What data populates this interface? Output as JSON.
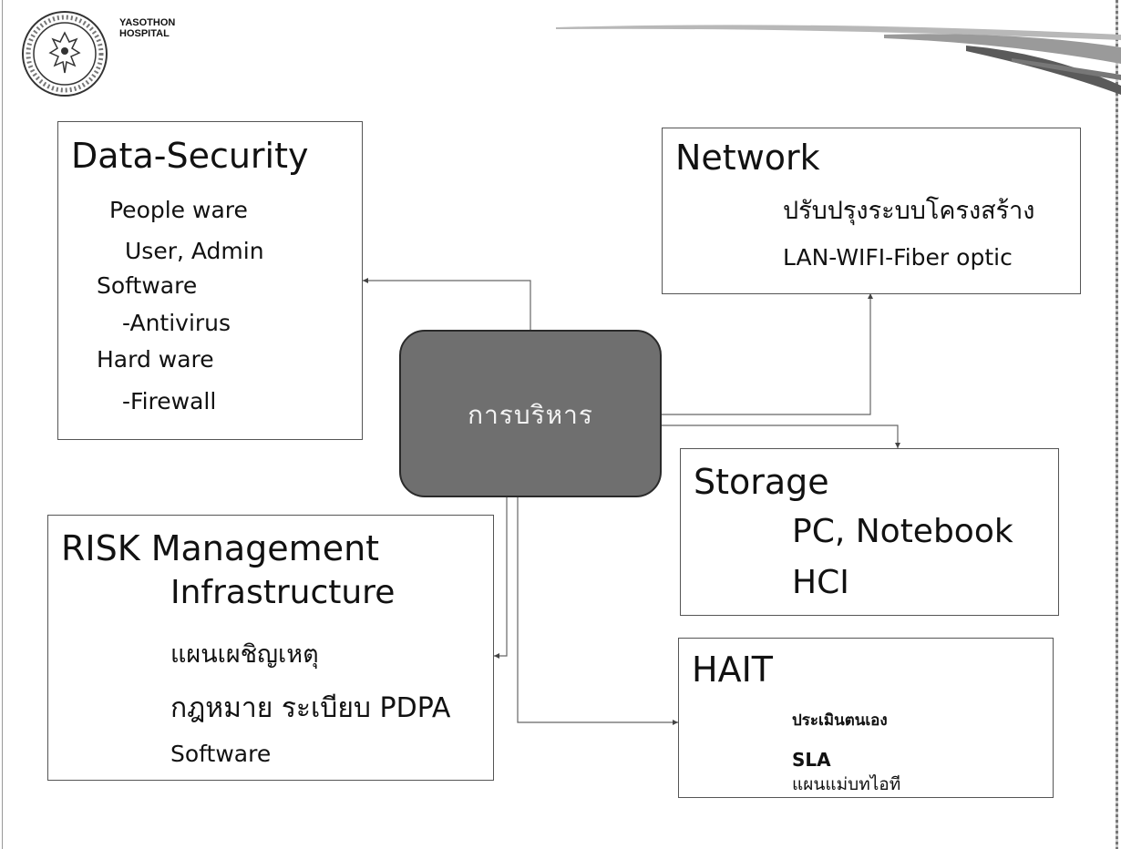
{
  "header": {
    "logo_icon": "hospital-seal-icon",
    "hospital_name": "YASOTHON\nHOSPITAL"
  },
  "center": {
    "label": "การบริหาร"
  },
  "boxes": {
    "data_security": {
      "title": "Data-Security",
      "items": [
        "People ware",
        "User, Admin",
        "Software",
        "-Antivirus",
        "Hard ware",
        "-Firewall"
      ]
    },
    "network": {
      "title": "Network",
      "items": [
        "ปรับปรุงระบบโครงสร้าง",
        "LAN-WIFI-Fiber optic"
      ]
    },
    "storage": {
      "title": "Storage",
      "items": [
        "PC, Notebook",
        "HCI"
      ]
    },
    "risk": {
      "title": "RISK Management",
      "items": [
        "Infrastructure",
        "แผนเผชิญเหตุ",
        "กฎหมาย ระเบียบ PDPA",
        "Software"
      ]
    },
    "hait": {
      "title": "HAIT",
      "items": [
        "ประเมินตนเอง",
        "SLA",
        "แผนแม่บทไอที"
      ]
    }
  },
  "colors": {
    "center_fill": "#6f6f6f",
    "center_text": "#f2f2f2",
    "connector": "#666666",
    "box_border": "#555555"
  }
}
